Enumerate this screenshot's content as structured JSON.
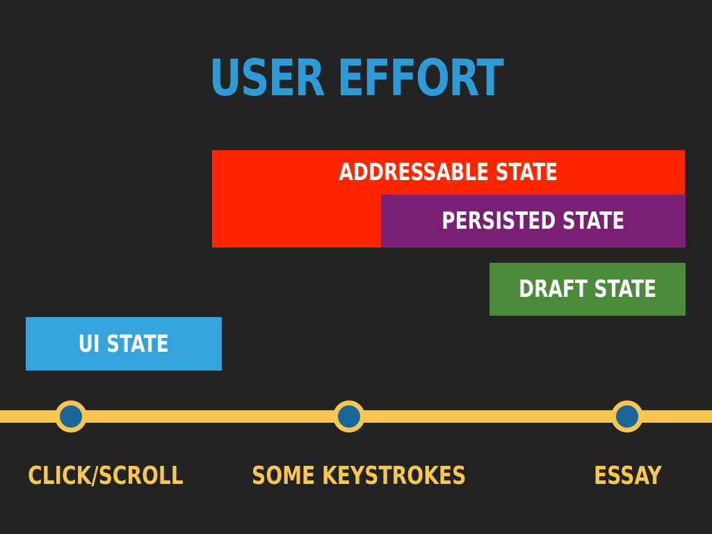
{
  "title": "USER EFFORT",
  "colors": {
    "background": "#232323",
    "title": "#2f9bd6",
    "axis": "#f9c74f",
    "node_fill": "#1a669a",
    "addressable": "#ff2600",
    "persisted": "#7b1f74",
    "draft": "#4a8a3a",
    "ui": "#35a4dd"
  },
  "states": {
    "addressable": "ADDRESSABLE STATE",
    "persisted": "PERSISTED STATE",
    "draft": "DRAFT STATE",
    "ui": "UI STATE"
  },
  "axis": {
    "points": [
      "CLICK/SCROLL",
      "SOME KEYSTROKES",
      "ESSAY"
    ]
  }
}
